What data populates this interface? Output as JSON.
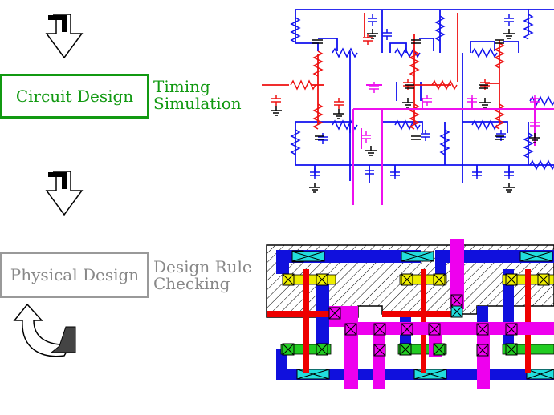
{
  "flow": {
    "circuit": {
      "label": "Circuit Design",
      "color": "#119911"
    },
    "timing": {
      "line1": "Timing",
      "line2": "Simulation",
      "color": "#119911"
    },
    "physical": {
      "label": "Physical Design",
      "color": "#888888"
    },
    "drc": {
      "line1": "Design Rule",
      "line2": "Checking",
      "color": "#888888"
    }
  },
  "icons": [
    "down-arrow-icon",
    "down-arrow-icon",
    "loop-arrow-icon"
  ],
  "colors": {
    "schematic_blue": "#1010ee",
    "schematic_red": "#ee1010",
    "schematic_magenta": "#ee10ee",
    "layout_blue": "#1010dd",
    "layout_red": "#ee0000",
    "layout_magenta": "#ee00ee",
    "layout_green": "#22cc22",
    "layout_yellow": "#eeee00",
    "layout_cyan": "#22dddd"
  }
}
